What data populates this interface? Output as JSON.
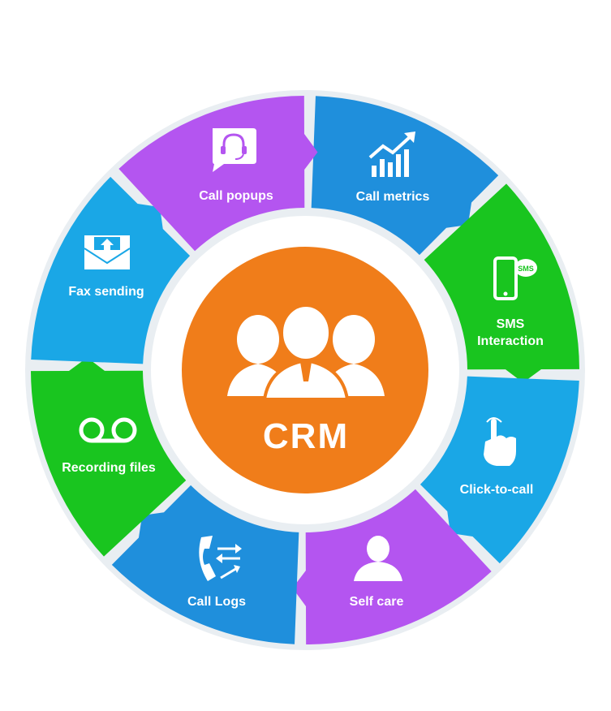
{
  "center": {
    "label": "CRM",
    "color": "#f07d1a",
    "icon": "people-group-icon"
  },
  "segments": [
    {
      "label": "Call metrics",
      "color": "#1f8fdc",
      "icon": "chart-trend-icon"
    },
    {
      "label": "SMS",
      "label2": "Interaction",
      "color": "#19c51f",
      "icon": "sms-phone-icon"
    },
    {
      "label": "Click-to-call",
      "color": "#1aa7e6",
      "icon": "pointing-hand-icon"
    },
    {
      "label": "Self care",
      "color": "#b455f0",
      "icon": "user-icon"
    },
    {
      "label": "Call Logs",
      "color": "#1f8fdc",
      "icon": "phone-arrows-icon"
    },
    {
      "label": "Recording files",
      "color": "#19c51f",
      "icon": "voicemail-icon"
    },
    {
      "label": "Fax sending",
      "color": "#1aa7e6",
      "icon": "envelope-upload-icon"
    },
    {
      "label": "Call popups",
      "color": "#b455f0",
      "icon": "headset-chat-icon"
    }
  ]
}
